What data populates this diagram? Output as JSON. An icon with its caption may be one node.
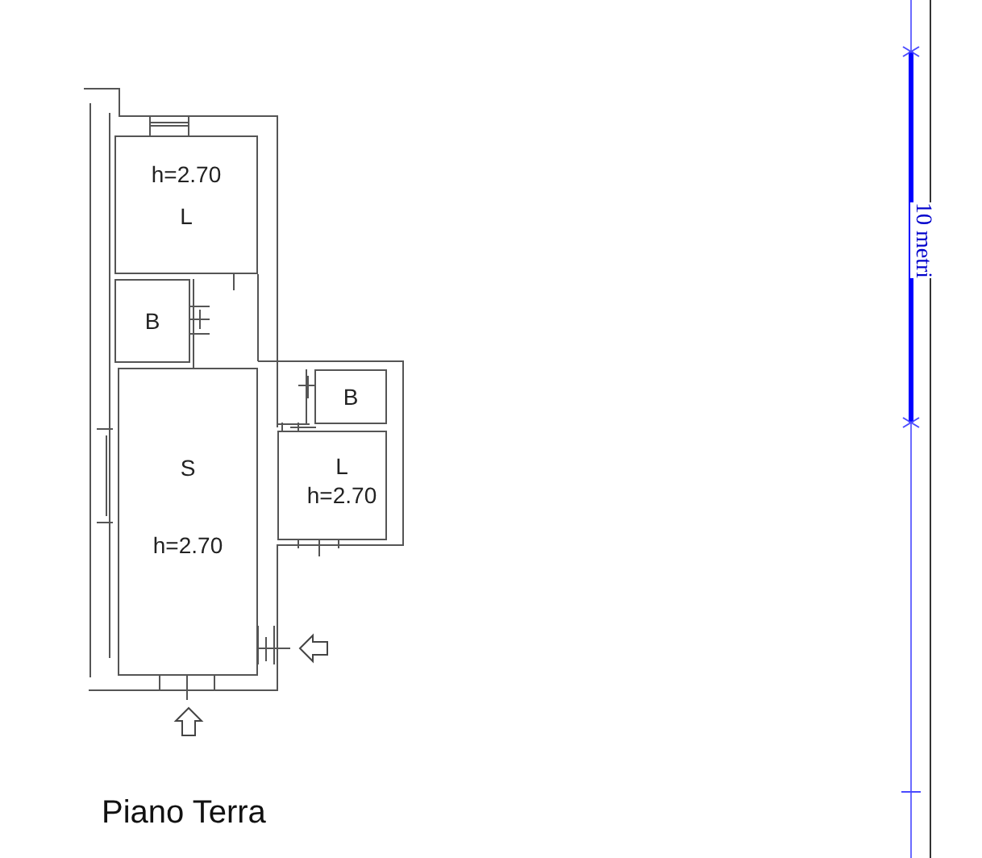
{
  "diagram": {
    "caption": "Piano Terra",
    "nodes": [
      {
        "text": [
          "h=2.70",
          "L"
        ]
      },
      {
        "text": [
          "B"
        ]
      },
      {
        "text": [
          "B"
        ]
      },
      {
        "text": [
          "S",
          "h=2.70"
        ]
      },
      {
        "text": [
          "L",
          "h=2.70"
        ]
      }
    ],
    "labels": [
      "10 metri"
    ]
  }
}
